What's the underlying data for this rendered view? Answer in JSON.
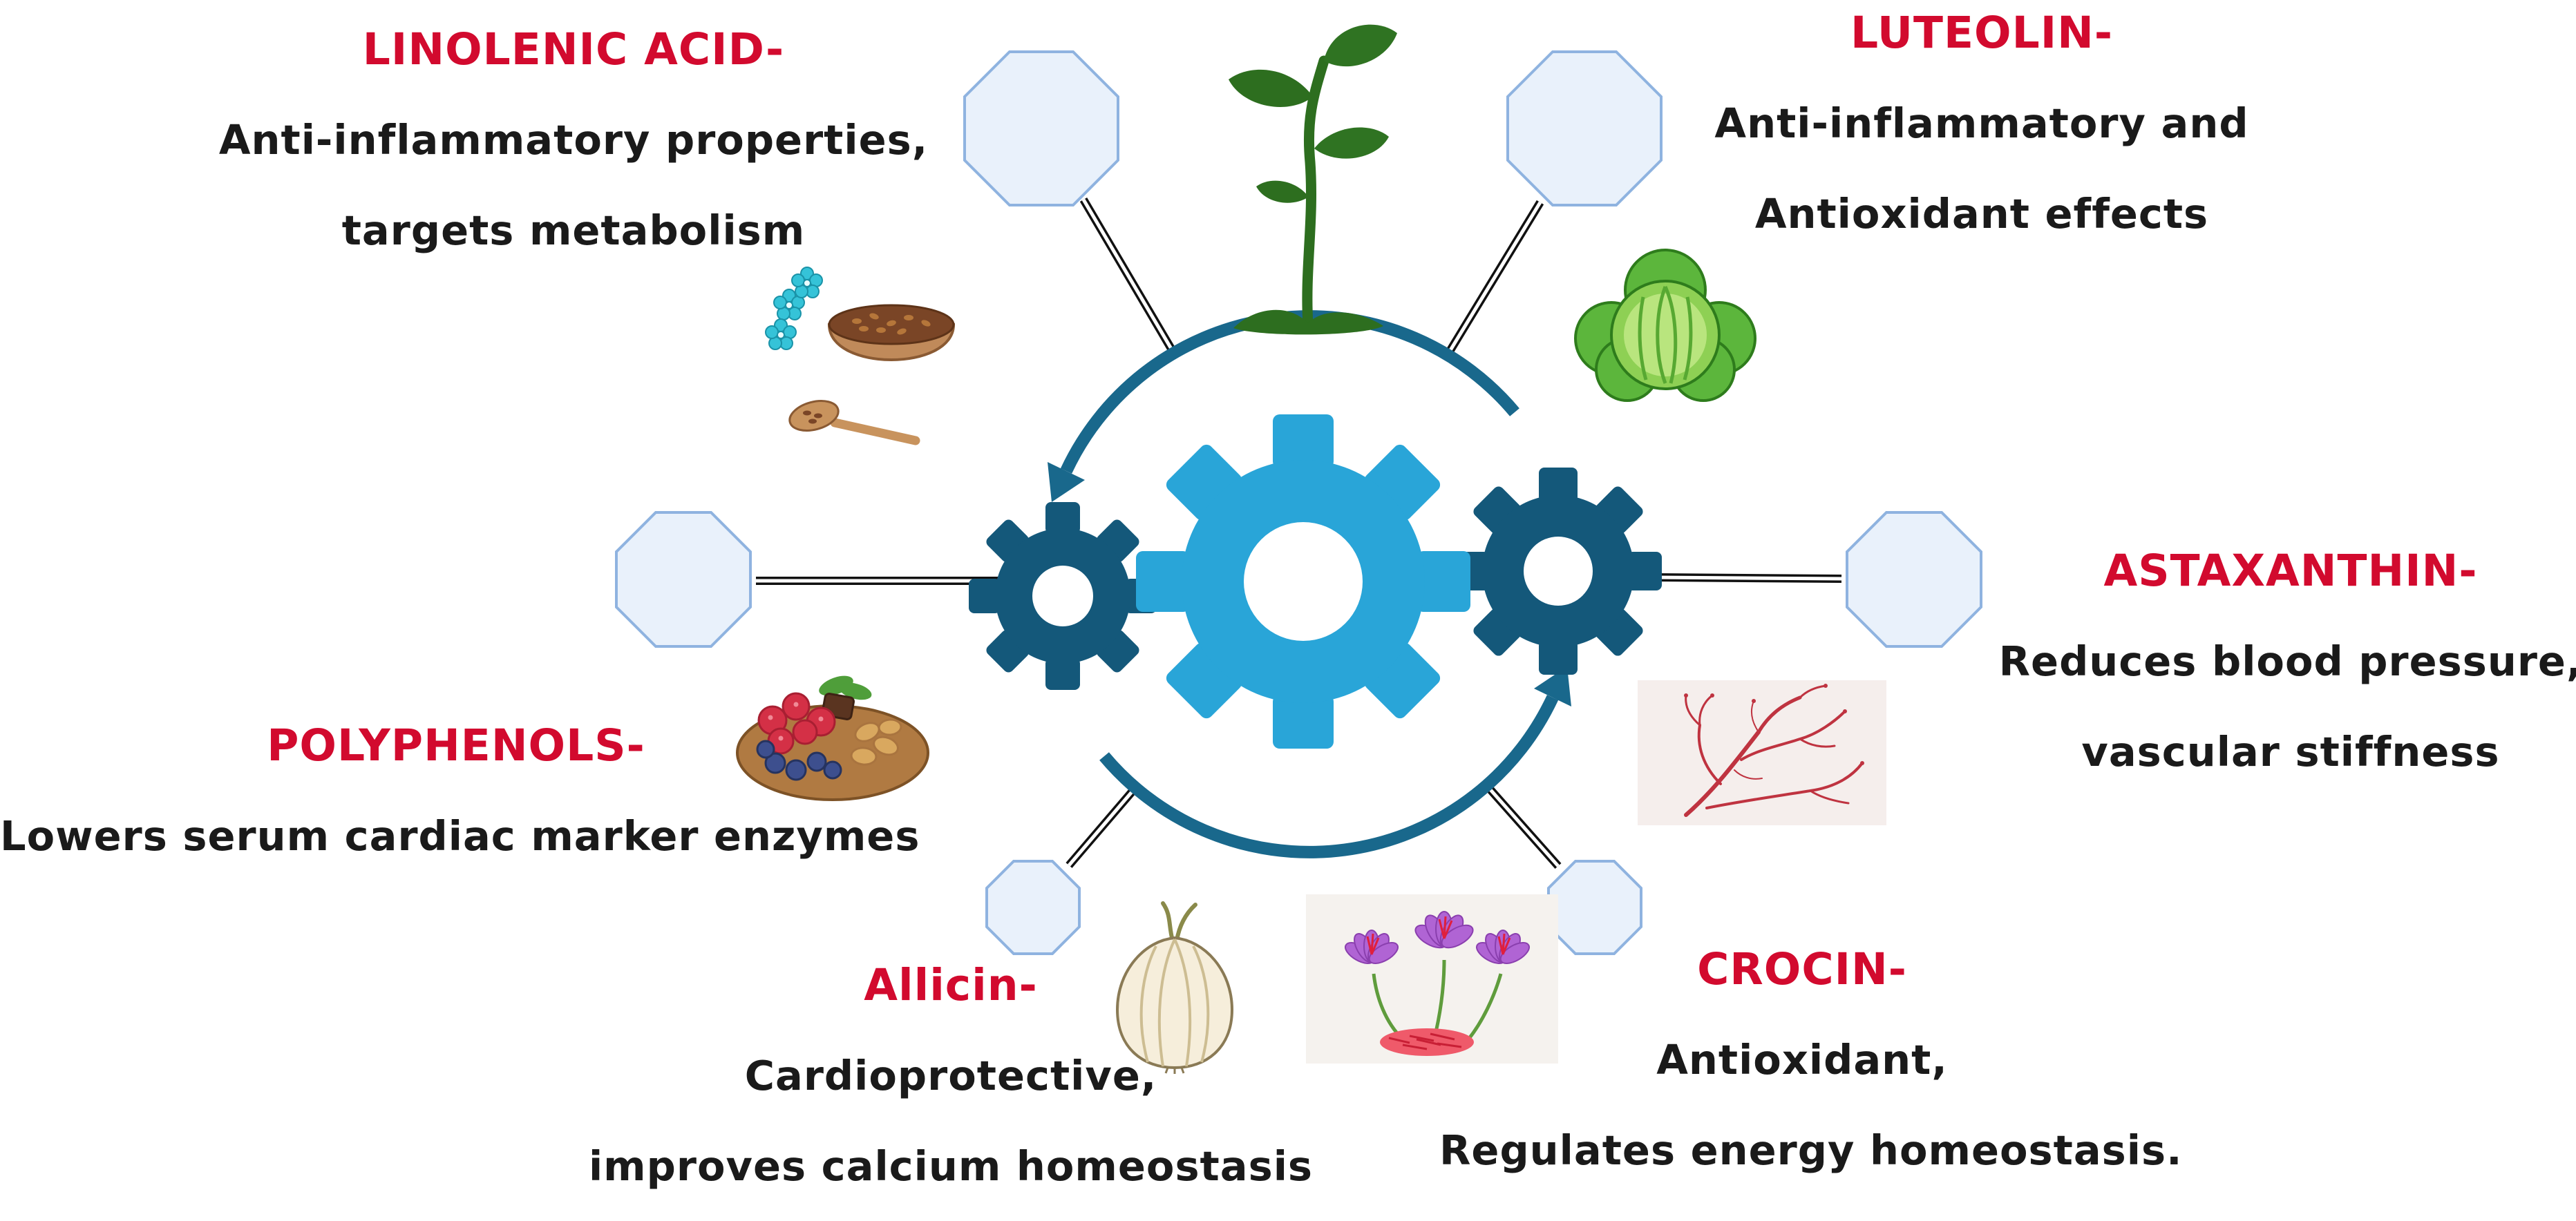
{
  "colors": {
    "heading_red": "#d20a2e",
    "body_text": "#1a1a1a",
    "cycle_teal": "#19688c",
    "gear_center_blue": "#29a5d8",
    "gear_side_teal": "#14587a",
    "octagon_fill": "#e9f1fb",
    "octagon_border": "#8fb3e0",
    "background": "#ffffff"
  },
  "nodes": {
    "linolenic": {
      "title": "LINOLENIC ACID-",
      "lines": [
        "Anti-inflammatory properties,",
        "targets metabolism"
      ]
    },
    "luteolin": {
      "title": "LUTEOLIN-",
      "lines": [
        "Anti-inflammatory and",
        "Antioxidant effects"
      ]
    },
    "astaxanthin": {
      "title": "ASTAXANTHIN-",
      "lines": [
        "Reduces blood pressure,",
        "vascular stiffness"
      ]
    },
    "polyphenols": {
      "title": "POLYPHENOLS-",
      "lines": [
        "Lowers serum cardiac marker enzymes"
      ]
    },
    "allicin": {
      "title": "Allicin-",
      "lines": [
        "Cardioprotective,",
        "improves calcium homeostasis"
      ]
    },
    "crocin": {
      "title": "CROCIN-",
      "lines": [
        "Antioxidant,",
        "Regulates energy homeostasis."
      ]
    }
  },
  "icons": {
    "center": [
      "cycle-arrows-icon",
      "gear-icon"
    ],
    "illustrations": [
      "plant-sprout-illustration",
      "flaxseed-bowl-illustration",
      "cabbage-illustration",
      "berries-nuts-illustration",
      "red-algae-illustration",
      "garlic-illustration",
      "saffron-illustration"
    ],
    "connector_shape": "octagon"
  }
}
